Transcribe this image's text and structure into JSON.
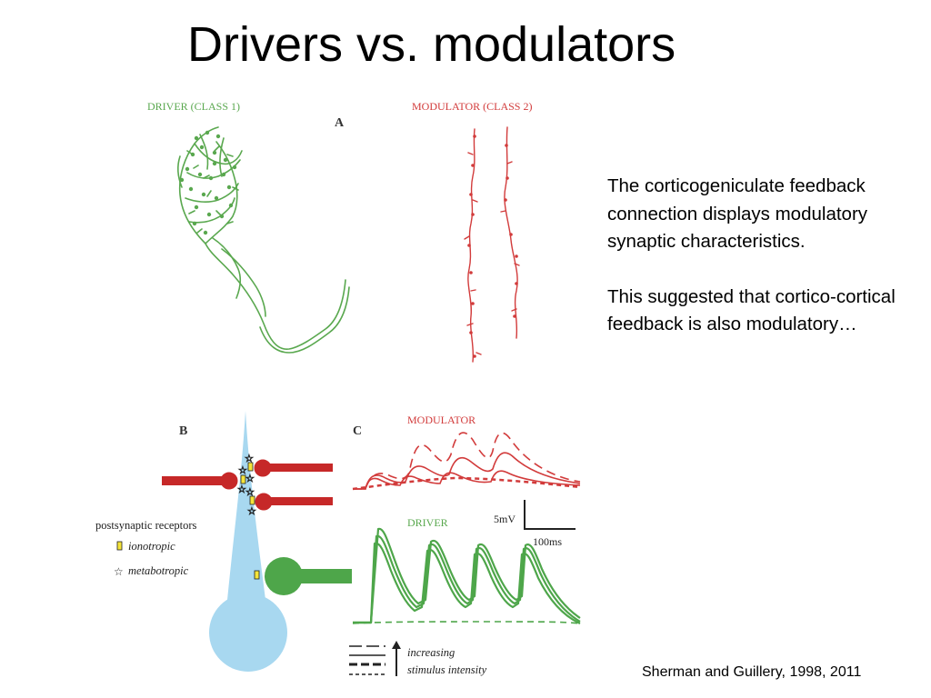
{
  "title": "Drivers vs. modulators",
  "figure": {
    "panel_a": {
      "letter": "A",
      "driver_label": "DRIVER (CLASS 1)",
      "modulator_label": "MODULATOR (CLASS 2)"
    },
    "panel_b": {
      "letter": "B",
      "legend_title": "postsynaptic receptors",
      "legend_ionotropic": "ionotropic",
      "legend_metabotropic": "metabotropic"
    },
    "panel_c": {
      "letter": "C",
      "modulator_label": "MODULATOR",
      "driver_label": "DRIVER",
      "scale_voltage": "5mV",
      "scale_time": "100ms",
      "legend_line1": "increasing",
      "legend_line2": "stimulus intensity"
    },
    "colors": {
      "driver": "#5aa84f",
      "modulator": "#d23b3b",
      "dendrite": "#a8d8f0",
      "ionotropic": "#f5e43a"
    }
  },
  "body": {
    "paragraph1": "The corticogeniculate feedback connection displays modulatory synaptic characteristics.",
    "paragraph2": "This suggested that cortico-cortical feedback is also modulatory…"
  },
  "citation": "Sherman and Guillery, 1998, 2011"
}
